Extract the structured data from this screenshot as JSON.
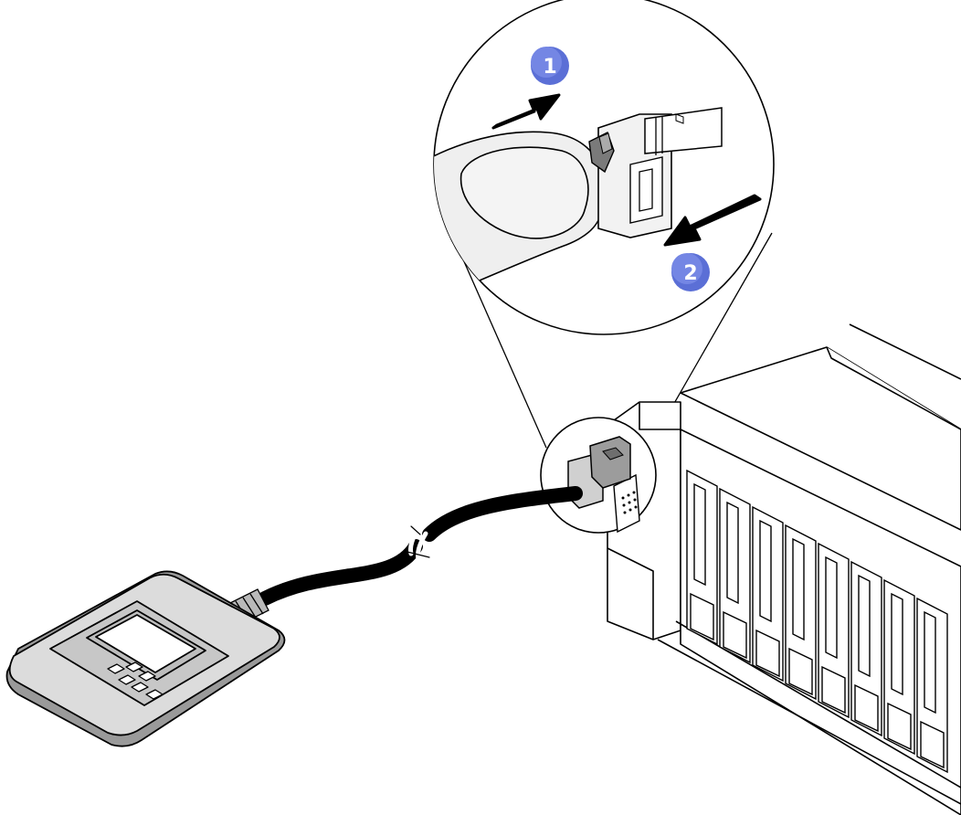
{
  "diagram": {
    "callouts": [
      {
        "number": "1",
        "meaning": "press-release-tab"
      },
      {
        "number": "2",
        "meaning": "pull-connector-out"
      }
    ],
    "colors": {
      "callout_fill": "#5b6fd6",
      "callout_highlight": "#8d9bf0",
      "line": "#000000",
      "device_gray": "#d8d8d8",
      "device_dark_gray": "#9a9a9a",
      "cable": "#111111",
      "finger": "#efefef"
    },
    "icons": [
      "lcd-diagnostic-handset-icon",
      "server-front-icon",
      "cable-connector-icon",
      "push-arrow-icon",
      "pull-arrow-icon"
    ]
  }
}
